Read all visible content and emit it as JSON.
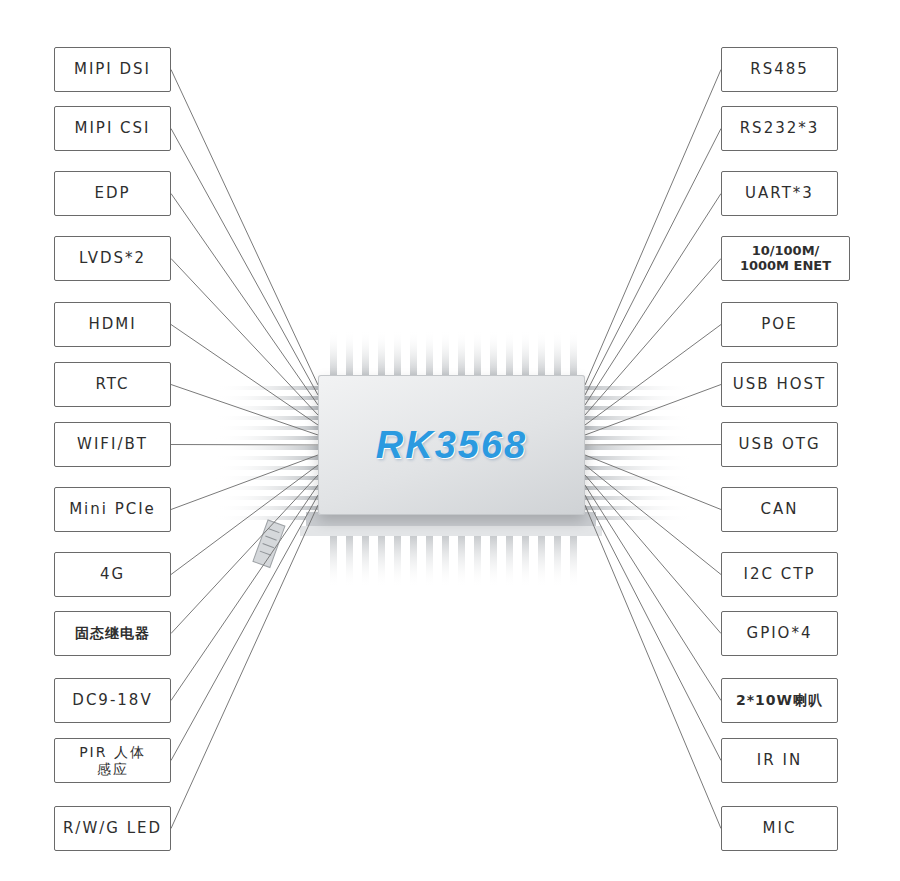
{
  "diagram": {
    "nodes": [
      {
        "text": [
          "MIPI DSI"
        ]
      },
      {
        "text": [
          "MIPI CSI"
        ]
      },
      {
        "text": [
          "EDP"
        ]
      },
      {
        "text": [
          "LVDS*2"
        ]
      },
      {
        "text": [
          "HDMI"
        ]
      },
      {
        "text": [
          "RTC"
        ]
      },
      {
        "text": [
          "WIFI/BT"
        ]
      },
      {
        "text": [
          "Mini PCIe"
        ]
      },
      {
        "text": [
          "4G"
        ]
      },
      {
        "text": [
          "固态继电器"
        ]
      },
      {
        "text": [
          "DC9-18V"
        ]
      },
      {
        "text": [
          "PIR 人体感应"
        ]
      },
      {
        "text": [
          "R/W/G LED"
        ]
      },
      {
        "text": [
          "RS485"
        ]
      },
      {
        "text": [
          "RS232*3"
        ]
      },
      {
        "text": [
          "UART*3"
        ]
      },
      {
        "text": [
          "10/100M/ 1000M ENET"
        ]
      },
      {
        "text": [
          "POE"
        ]
      },
      {
        "text": [
          "USB HOST"
        ]
      },
      {
        "text": [
          "USB OTG"
        ]
      },
      {
        "text": [
          "CAN"
        ]
      },
      {
        "text": [
          "I2C CTP"
        ]
      },
      {
        "text": [
          "GPIO*4"
        ]
      },
      {
        "text": [
          "2*10W喇叭"
        ]
      },
      {
        "text": [
          "IR IN"
        ]
      },
      {
        "text": [
          "MIC"
        ]
      },
      {
        "text": [
          "RK3568"
        ]
      }
    ],
    "edges": [
      {
        "from": 0,
        "to": 26,
        "arrow": "none"
      },
      {
        "from": 1,
        "to": 26,
        "arrow": "none"
      },
      {
        "from": 2,
        "to": 26,
        "arrow": "none"
      },
      {
        "from": 3,
        "to": 26,
        "arrow": "none"
      },
      {
        "from": 4,
        "to": 26,
        "arrow": "none"
      },
      {
        "from": 5,
        "to": 26,
        "arrow": "none"
      },
      {
        "from": 6,
        "to": 26,
        "arrow": "none"
      },
      {
        "from": 7,
        "to": 26,
        "arrow": "none"
      },
      {
        "from": 8,
        "to": 26,
        "arrow": "none"
      },
      {
        "from": 9,
        "to": 26,
        "arrow": "none"
      },
      {
        "from": 10,
        "to": 26,
        "arrow": "none"
      },
      {
        "from": 11,
        "to": 26,
        "arrow": "none"
      },
      {
        "from": 12,
        "to": 26,
        "arrow": "none"
      },
      {
        "from": 13,
        "to": 26,
        "arrow": "none"
      },
      {
        "from": 14,
        "to": 26,
        "arrow": "none"
      },
      {
        "from": 15,
        "to": 26,
        "arrow": "none"
      },
      {
        "from": 16,
        "to": 26,
        "arrow": "none"
      },
      {
        "from": 17,
        "to": 26,
        "arrow": "none"
      },
      {
        "from": 18,
        "to": 26,
        "arrow": "none"
      },
      {
        "from": 19,
        "to": 26,
        "arrow": "none"
      },
      {
        "from": 20,
        "to": 26,
        "arrow": "none"
      },
      {
        "from": 21,
        "to": 26,
        "arrow": "none"
      },
      {
        "from": 22,
        "to": 26,
        "arrow": "none"
      },
      {
        "from": 23,
        "to": 26,
        "arrow": "none"
      },
      {
        "from": 24,
        "to": 26,
        "arrow": "none"
      },
      {
        "from": 25,
        "to": 26,
        "arrow": "none"
      }
    ]
  }
}
